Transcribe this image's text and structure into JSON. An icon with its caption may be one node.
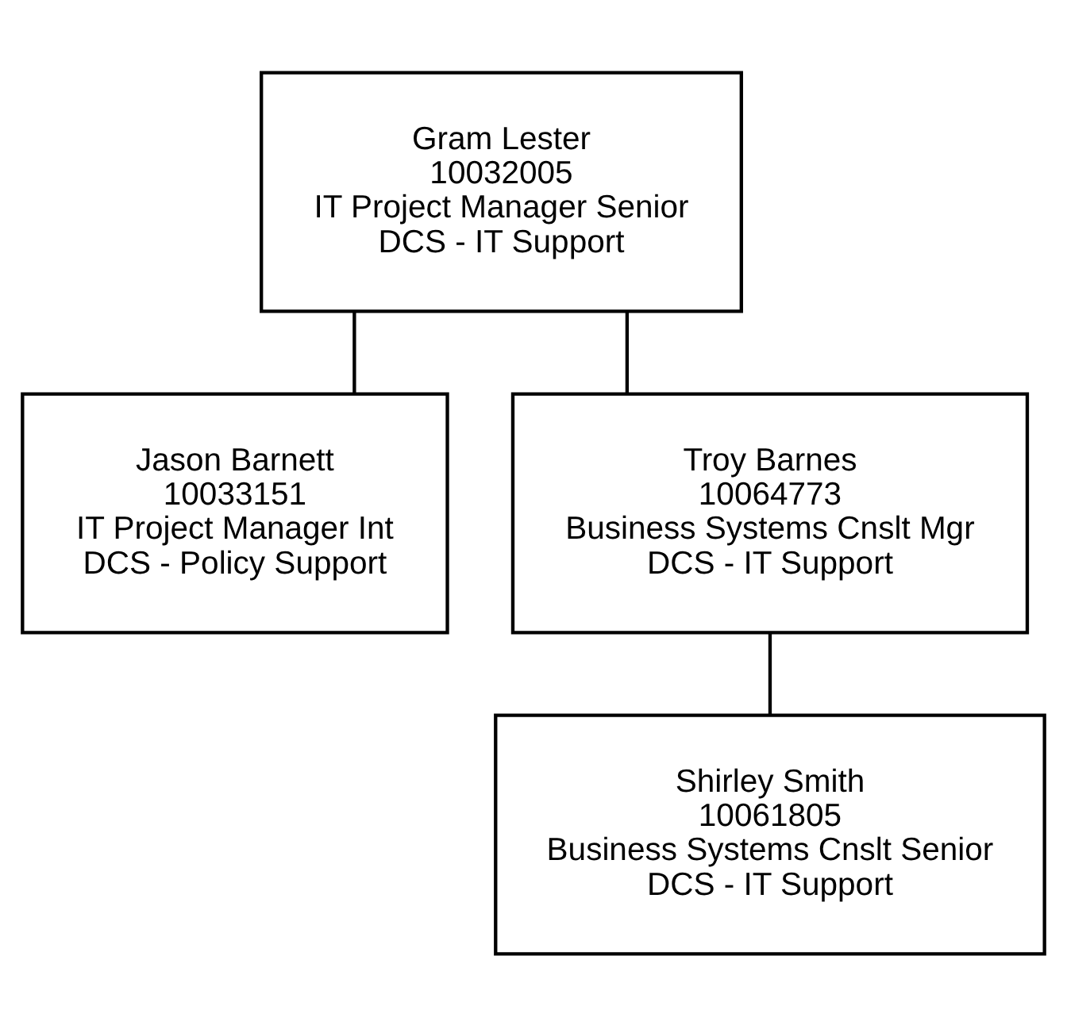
{
  "diagram": {
    "nodes": [
      {
        "text": [
          "Gram Lester",
          "10032005",
          "IT Project Manager Senior",
          "DCS - IT Support"
        ]
      },
      {
        "text": [
          "Jason Barnett",
          "10033151",
          "IT Project Manager Int",
          "DCS - Policy Support"
        ]
      },
      {
        "text": [
          "Troy Barnes",
          "10064773",
          "Business Systems Cnslt Mgr",
          "DCS - IT Support"
        ]
      },
      {
        "text": [
          "Shirley Smith",
          "10061805",
          "Business Systems Cnslt Senior",
          "DCS - IT Support"
        ]
      }
    ],
    "edges": [
      {
        "from": 0,
        "to": 1,
        "arrow": "none"
      },
      {
        "from": 0,
        "to": 2,
        "arrow": "none"
      },
      {
        "from": 2,
        "to": 3,
        "arrow": "none"
      }
    ]
  }
}
